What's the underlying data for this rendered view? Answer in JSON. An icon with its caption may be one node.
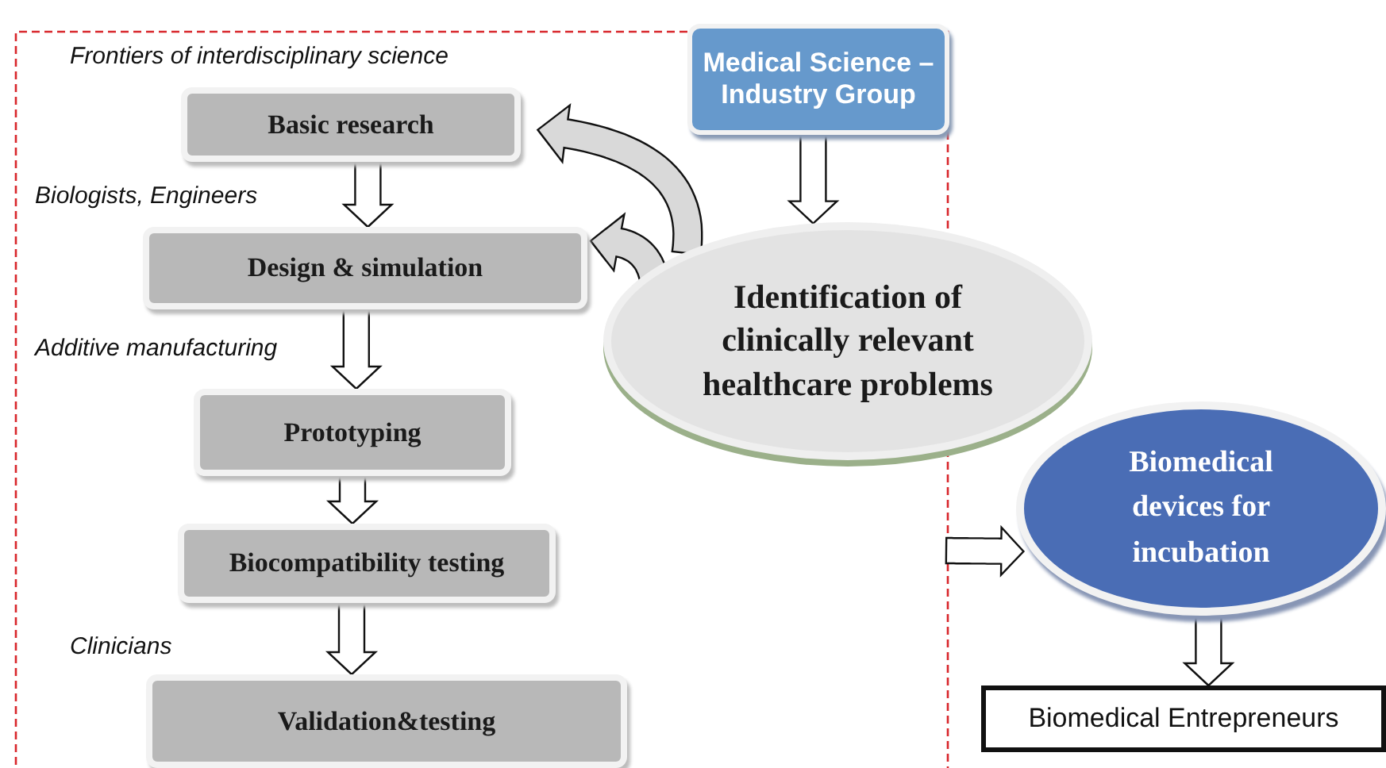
{
  "diagram": {
    "nodes": [
      {
        "text": [
          "Basic research"
        ]
      },
      {
        "text": [
          "Design & simulation"
        ]
      },
      {
        "text": [
          "Prototyping"
        ]
      },
      {
        "text": [
          "Biocompatibility testing"
        ]
      },
      {
        "text": [
          "Validation&testing"
        ]
      },
      {
        "text": [
          "Medical Science – Industry Group"
        ]
      },
      {
        "text": [
          "Identification of clinically relevant healthcare problems"
        ]
      },
      {
        "text": [
          "Biomedical devices for incubation"
        ]
      },
      {
        "text": [
          "Biomedical Entrepreneurs"
        ]
      }
    ],
    "edges": [
      {
        "from": 0,
        "to": 1,
        "arrow": "to"
      },
      {
        "from": 1,
        "to": 2,
        "arrow": "to"
      },
      {
        "from": 2,
        "to": 3,
        "arrow": "to"
      },
      {
        "from": 3,
        "to": 4,
        "arrow": "to"
      },
      {
        "from": 5,
        "to": 6,
        "arrow": "to"
      },
      {
        "from": 6,
        "to": 0,
        "arrow": "to"
      },
      {
        "from": 6,
        "to": 1,
        "arrow": "to"
      },
      {
        "from": null,
        "to": 7,
        "arrow": "to"
      },
      {
        "from": 7,
        "to": 8,
        "arrow": "to"
      }
    ],
    "labels": [
      "Frontiers of interdisciplinary science",
      "Biologists, Engineers",
      "Additive manufacturing",
      "Clinicians"
    ]
  }
}
